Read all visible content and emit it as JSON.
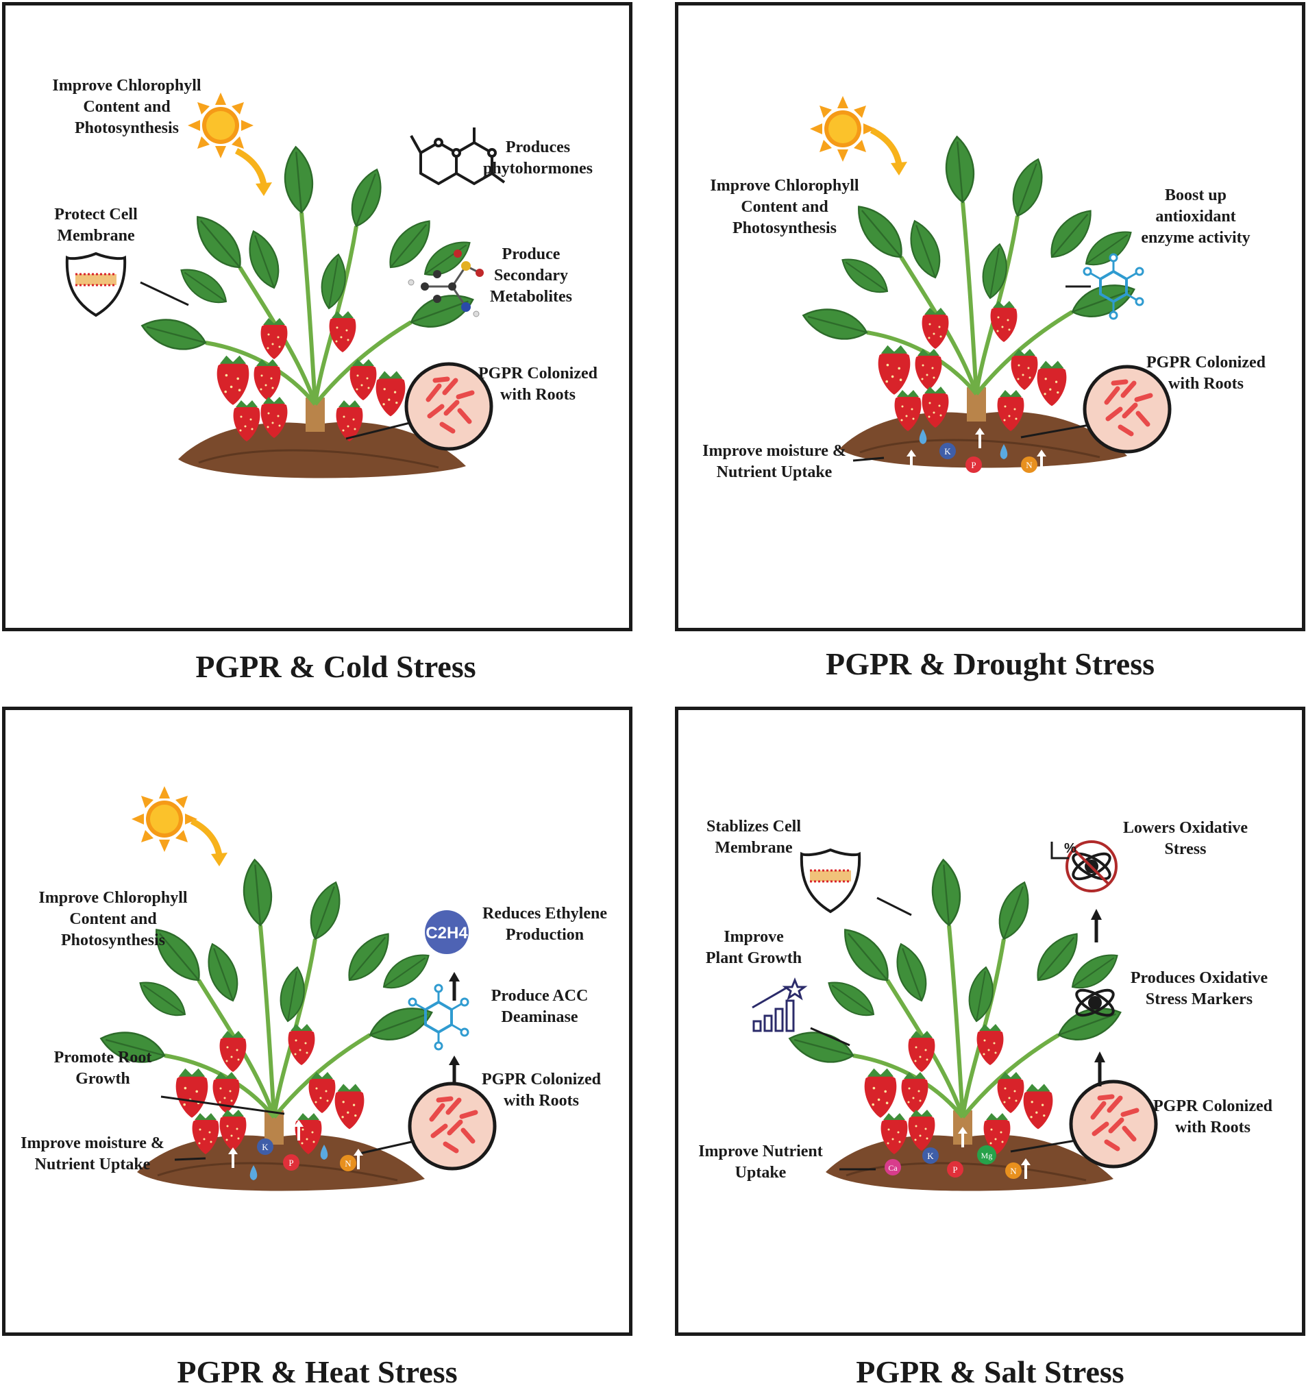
{
  "panels": [
    {
      "caption": "PGPR & Cold Stress",
      "labels": {
        "chlorophyll": "Improve Chlorophyll\nContent and\nPhotosynthesis",
        "phytohormones": "Produces\nphytohormones",
        "membrane": "Protect Cell\nMembrane",
        "metabolites": "Produce\nSecondary\nMetabolites",
        "pgpr": "PGPR Colonized\nwith Roots"
      }
    },
    {
      "caption": "PGPR & Drought Stress",
      "labels": {
        "chlorophyll": "Improve Chlorophyll\nContent and\nPhotosynthesis",
        "antioxidant": "Boost up\nantioxidant\nenzyme activity",
        "pgpr": "PGPR Colonized\nwith Roots",
        "moisture": "Improve moisture &\nNutrient Uptake"
      },
      "nutrients": [
        "K",
        "P",
        "N"
      ]
    },
    {
      "caption": "PGPR & Heat Stress",
      "labels": {
        "chlorophyll": "Improve Chlorophyll\nContent and\nPhotosynthesis",
        "ethylene": "Reduces Ethylene\nProduction",
        "acc": "Produce ACC\nDeaminase",
        "root_growth": "Promote Root\nGrowth",
        "pgpr": "PGPR Colonized\nwith Roots",
        "moisture": "Improve moisture &\nNutrient Uptake"
      },
      "ethylene_formula": "C2H4",
      "nutrients": [
        "K",
        "P",
        "N"
      ]
    },
    {
      "caption": "PGPR & Salt Stress",
      "labels": {
        "membrane": "Stablizes Cell\nMembrane",
        "oxidative_lower": "Lowers Oxidative\nStress",
        "growth": "Improve\nPlant Growth",
        "oxidative_markers": "Produces Oxidative\nStress Markers",
        "pgpr": "PGPR Colonized\nwith Roots",
        "nutrient": "Improve Nutrient\nUptake"
      },
      "nutrients": [
        "Ca",
        "K",
        "P",
        "Mg",
        "N"
      ],
      "percent_symbol": "%"
    }
  ],
  "colors": {
    "soil": "#7a4a2c",
    "leaf": "#3f8f3a",
    "leaf_dark": "#2d6b2a",
    "berry": "#d8232a",
    "sun": "#f7a21b",
    "bacteria": "#e84a4a",
    "circle_bg": "#f6d2c4",
    "molecule_blue": "#2f9bd0",
    "nutrient_k": "#3f5ea8",
    "nutrient_p": "#e0303a",
    "nutrient_n": "#e8901e",
    "nutrient_mg": "#27a24a",
    "nutrient_ca": "#d83c8c",
    "ethylene_bg": "#4e63b4"
  }
}
